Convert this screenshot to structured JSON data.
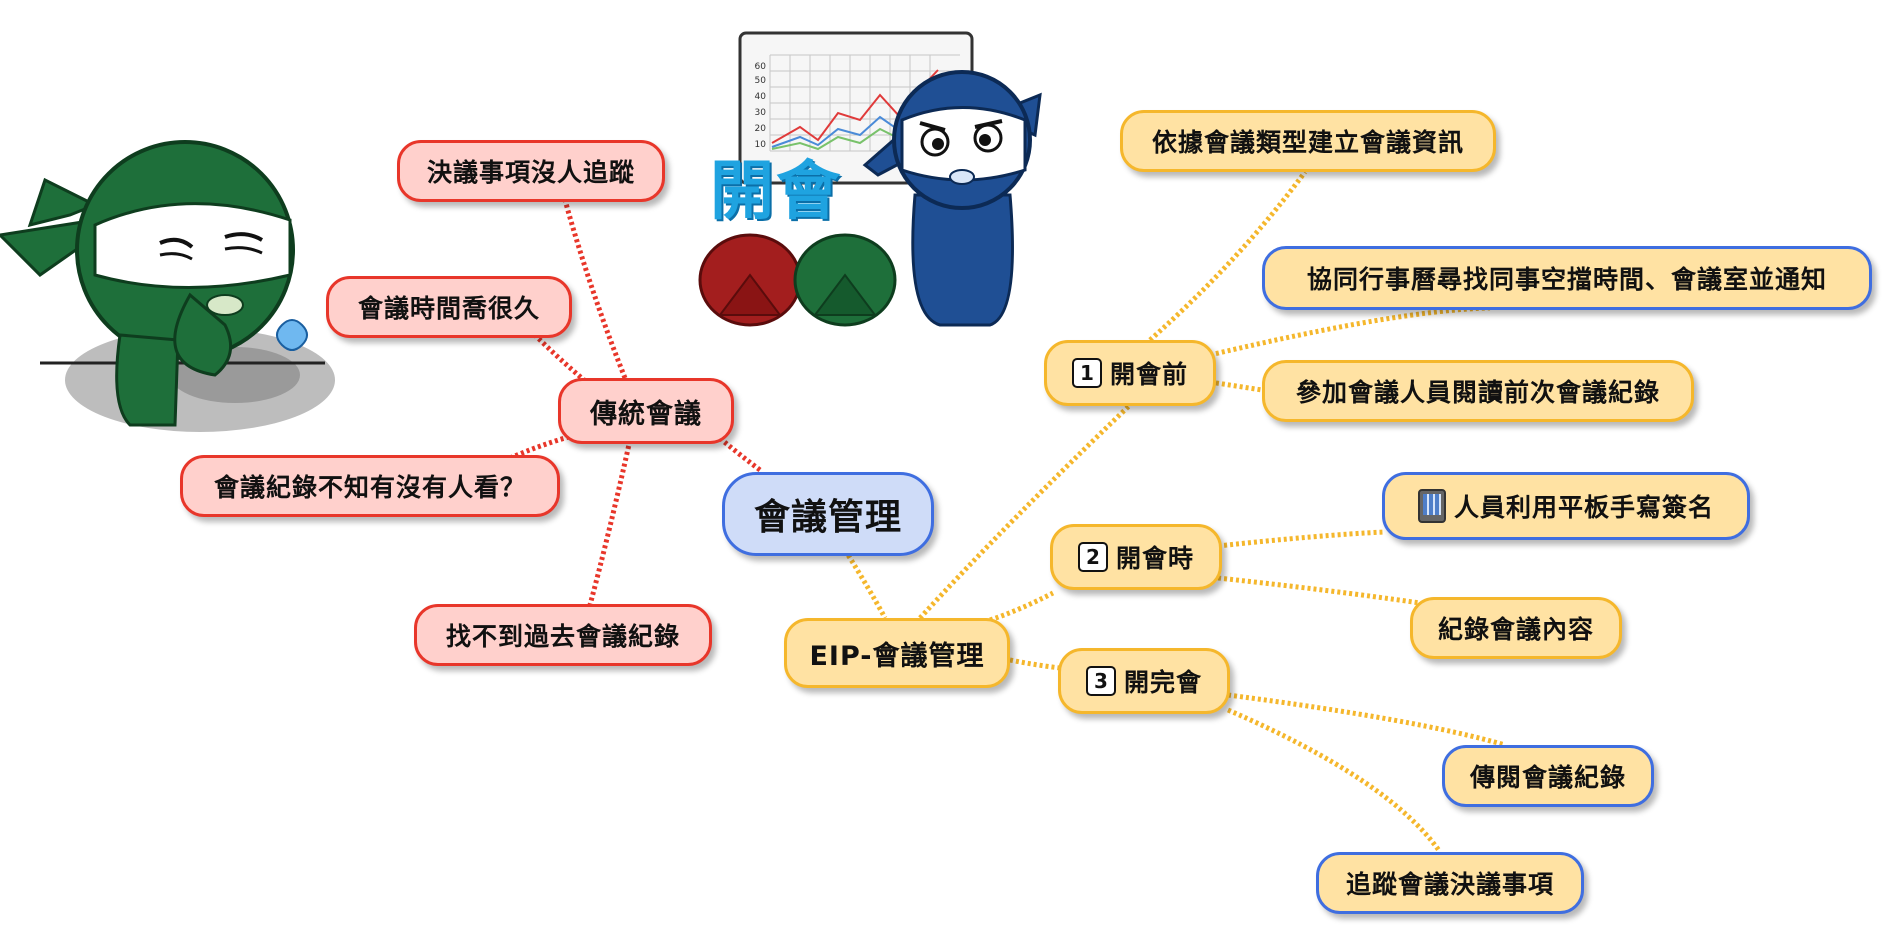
{
  "center": {
    "label": "會議管理"
  },
  "traditional": {
    "label": "傳統會議",
    "items": [
      "決議事項沒人追蹤",
      "會議時間喬很久",
      "會議紀錄不知有沒有人看？",
      "找不到過去會議紀錄"
    ]
  },
  "eip": {
    "label": "EIP-會議管理",
    "phases": [
      {
        "num": "1",
        "label": "開會前",
        "items": [
          "依據會議類型建立會議資訊",
          "協同行事曆尋找同事空擋時間、會議室並通知",
          "參加會議人員閱讀前次會議紀錄"
        ]
      },
      {
        "num": "2",
        "label": "開會時",
        "items": [
          "人員利用平板手寫簽名",
          "紀錄會議內容"
        ]
      },
      {
        "num": "3",
        "label": "開完會",
        "items": [
          "傳閱會議紀錄",
          "追蹤會議決議事項"
        ]
      }
    ]
  },
  "illustration": {
    "title": "開會",
    "chart_ticks": [
      "60",
      "50",
      "40",
      "30",
      "20",
      "10"
    ]
  },
  "colors": {
    "red_fill": "#ffd0cc",
    "red_border": "#e8362a",
    "orange_fill": "#ffe2a3",
    "orange_border": "#f5b72c",
    "blue_border": "#3f6ee0",
    "center_fill": "#cfdcf8"
  }
}
